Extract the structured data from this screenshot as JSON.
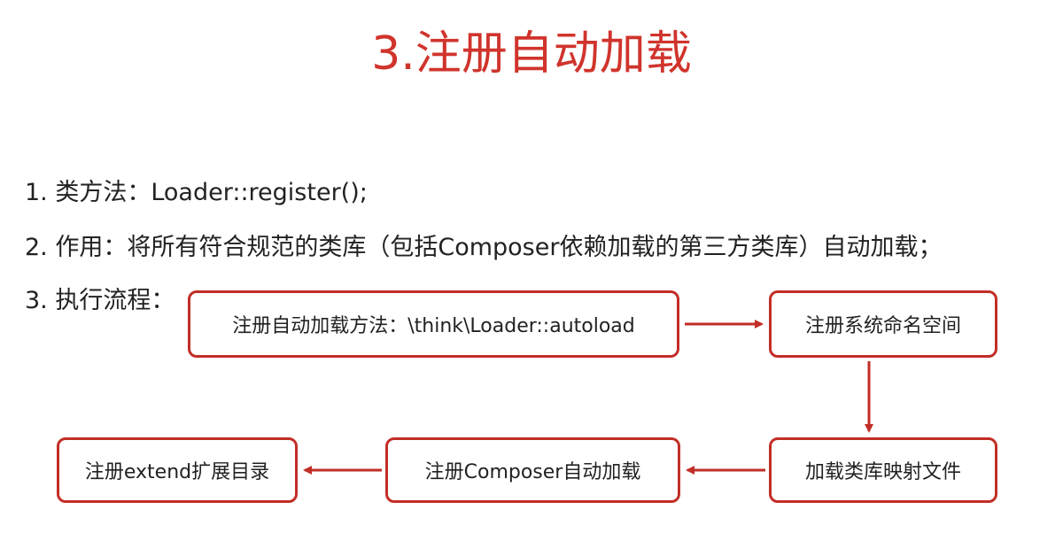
{
  "title": "3.注册自动加载",
  "points": {
    "item1": "1. 类方法：Loader::register();",
    "item2": "2. 作用：将所有符合规范的类库（包括Composer依赖加载的第三方类库）自动加载；",
    "item3": "3. 执行流程："
  },
  "flow": {
    "nodes": {
      "autoload": "注册自动加载方法：\\think\\Loader::autoload",
      "namespace": "注册系统命名空间",
      "mapfile": "加载类库映射文件",
      "composer": "注册Composer自动加载",
      "extend": "注册extend扩展目录"
    },
    "edge_color": "#c22e26",
    "border_color": "#c22e26"
  },
  "colors": {
    "title": "#d0342c",
    "text": "#222222"
  }
}
